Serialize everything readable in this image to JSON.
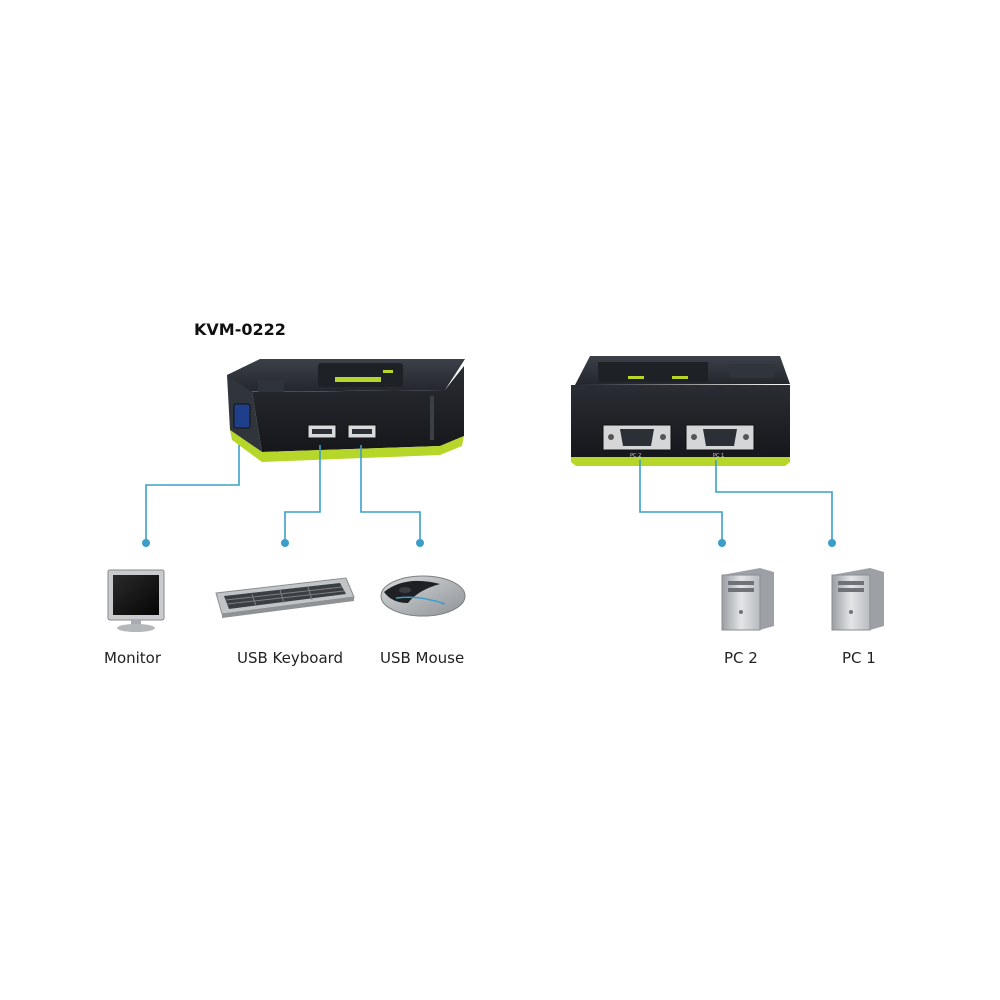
{
  "model": "KVM-0222",
  "devices": {
    "monitor": "Monitor",
    "keyboard": "USB Keyboard",
    "mouse": "USB Mouse",
    "pc2": "PC 2",
    "pc1": "PC 1"
  },
  "ports": {
    "pc2": "PC 2",
    "pc1": "PC 1"
  },
  "colors": {
    "connector_line": "#3a9fc8",
    "accent_green": "#b6d629",
    "device_body": "#2b2f36"
  }
}
